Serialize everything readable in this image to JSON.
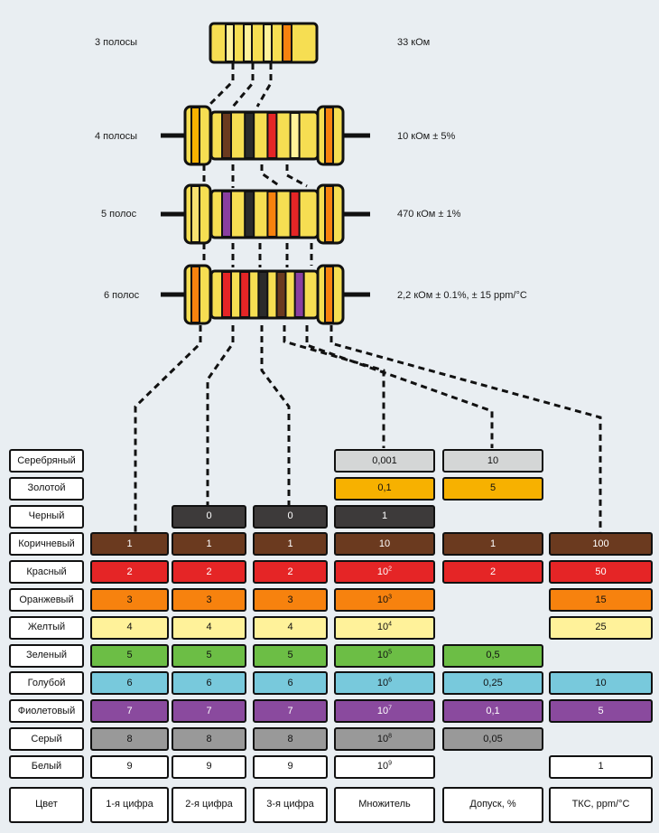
{
  "resistors": [
    {
      "label": "3 полосы",
      "value": "33 кОм",
      "body": [
        {
          "c": "#fff29a"
        },
        {
          "c": "#f7820e"
        },
        {
          "c": "#fff29a"
        },
        {
          "c": "#f7820e"
        },
        {
          "c": "#fff29a"
        },
        {
          "c": "#f7820e"
        },
        {
          "c": "#fff29a"
        },
        {
          "c": "#fff29a"
        }
      ]
    },
    {
      "label": "4 полосы",
      "value": "10 кОм ± 5%",
      "caps": true,
      "body_bands": [
        "#6b3a1f",
        "#2b2b2b",
        "#e52526",
        "#fff29a"
      ],
      "left_band": "#f7b100"
    },
    {
      "label": "5 полос",
      "value": "470 кОм ± 1%",
      "caps": true,
      "body_bands": [
        "#8a3fa0",
        "#2b2b2b",
        "#f7820e",
        "#e52526"
      ],
      "left_band": "#f7e070"
    },
    {
      "label": "6 полос",
      "value": "2,2 кОм ± 0.1%, ± 15 ppm/°C",
      "caps": true,
      "body_bands": [
        "#e52526",
        "#e52526",
        "#2b2b2b",
        "#6b3a1f",
        "#8a3fa0"
      ],
      "left_band": "#f7820e"
    }
  ],
  "colors": {
    "silver": "#d4d6d6",
    "gold": "#f7b100",
    "black": "#3d3a3a",
    "brown": "#6b3a1f",
    "red": "#e52526",
    "orange": "#f7820e",
    "yellow": "#fff29a",
    "green": "#6cbe45",
    "blue": "#78c9dc",
    "violet": "#8a4a9e",
    "gray": "#999999",
    "white": "#ffffff"
  },
  "table": {
    "rows": [
      "Серебряный",
      "Золотой",
      "Черный",
      "Коричневый",
      "Красный",
      "Оранжевый",
      "Желтый",
      "Зеленый",
      "Голубой",
      "Фиолетовый",
      "Серый",
      "Белый"
    ],
    "row_keys": [
      "silver",
      "gold",
      "black",
      "brown",
      "red",
      "orange",
      "yellow",
      "green",
      "blue",
      "violet",
      "gray",
      "white"
    ],
    "headers": [
      "Цвет",
      "1-я цифра",
      "2-я цифра",
      "3-я цифра",
      "Множитель",
      "Допуск, %",
      "ТКС, ppm/°C"
    ],
    "columns": [
      [
        null,
        null,
        null,
        "1",
        "2",
        "3",
        "4",
        "5",
        "6",
        "7",
        "8",
        "9"
      ],
      [
        null,
        null,
        "0",
        "1",
        "2",
        "3",
        "4",
        "5",
        "6",
        "7",
        "8",
        "9"
      ],
      [
        null,
        null,
        "0",
        "1",
        "2",
        "3",
        "4",
        "5",
        "6",
        "7",
        "8",
        "9"
      ],
      [
        "0,001",
        "0,1",
        "1",
        "10",
        "10^2",
        "10^3",
        "10^4",
        "10^5",
        "10^6",
        "10^7",
        "10^8",
        "10^9"
      ],
      [
        "10",
        "5",
        null,
        "1",
        "2",
        null,
        null,
        "0,5",
        "0,25",
        "0,1",
        "0,05",
        null
      ],
      [
        null,
        null,
        null,
        "100",
        "50",
        "15",
        "25",
        null,
        "10",
        "5",
        null,
        "1"
      ]
    ]
  }
}
